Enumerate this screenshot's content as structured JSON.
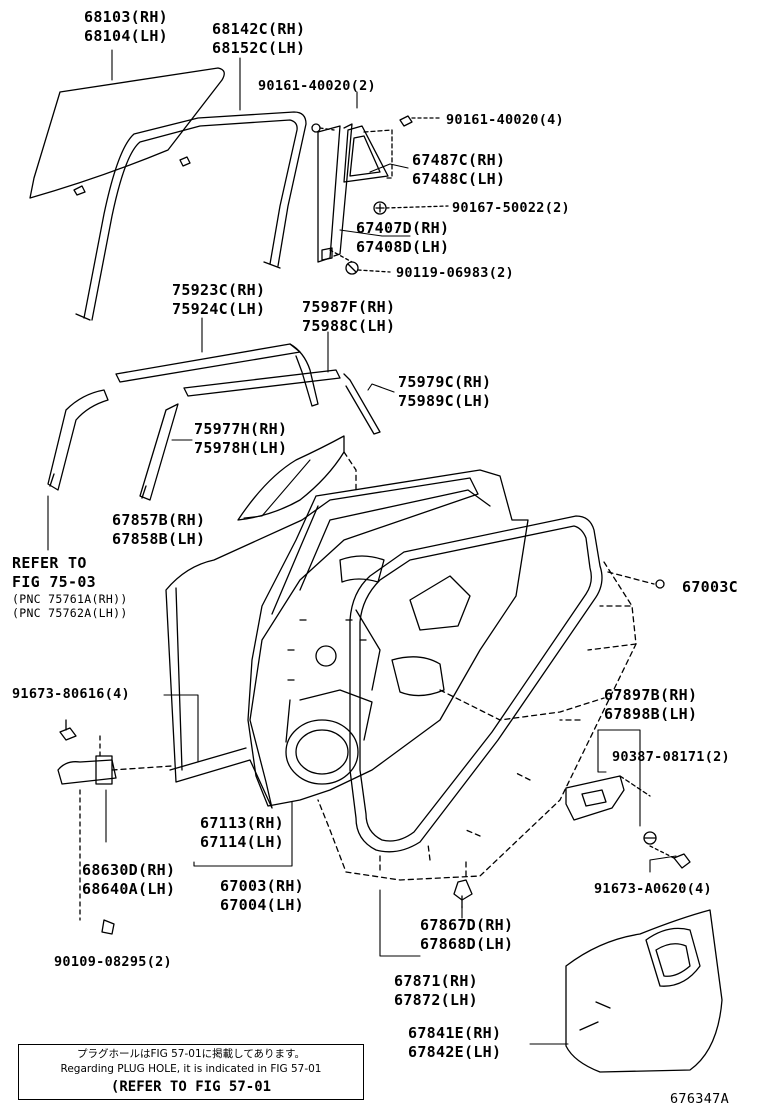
{
  "diagram_id": "676347A",
  "labels": {
    "p68103": [
      "68103(RH)",
      "68104(LH)"
    ],
    "p68142": [
      "68142C(RH)",
      "68152C(LH)"
    ],
    "p90161a": "90161-40020(2)",
    "p90161b": "90161-40020(4)",
    "p67487": [
      "67487C(RH)",
      "67488C(LH)"
    ],
    "p90167": "90167-50022(2)",
    "p67407": [
      "67407D(RH)",
      "67408D(LH)"
    ],
    "p90119": "90119-06983(2)",
    "p75923": [
      "75923C(RH)",
      "75924C(LH)"
    ],
    "p75987": [
      "75987F(RH)",
      "75988C(LH)"
    ],
    "p75979": [
      "75979C(RH)",
      "75989C(LH)"
    ],
    "p75977": [
      "75977H(RH)",
      "75978H(LH)"
    ],
    "p67857": [
      "67857B(RH)",
      "67858B(LH)"
    ],
    "refer": [
      "REFER TO",
      "FIG 75-03",
      "(PNC 75761A(RH))",
      "(PNC 75762A(LH))"
    ],
    "p67003c": "67003C",
    "p91673a": "91673-80616(4)",
    "p67897": [
      "67897B(RH)",
      "67898B(LH)"
    ],
    "p90387": "90387-08171(2)",
    "p67113": [
      "67113(RH)",
      "67114(LH)"
    ],
    "p68630": [
      "68630D(RH)",
      "68640A(LH)"
    ],
    "p67003": [
      "67003(RH)",
      "67004(LH)"
    ],
    "p91673b": "91673-A0620(4)",
    "p90109": "90109-08295(2)",
    "p67867": [
      "67867D(RH)",
      "67868D(LH)"
    ],
    "p67871": [
      "67871(RH)",
      "67872(LH)"
    ],
    "p67841": [
      "67841E(RH)",
      "67842E(LH)"
    ]
  },
  "note": {
    "line_jp": "プラグホールはFIG 57-01に掲載してあります。",
    "line_en": "Regarding PLUG HOLE, it is indicated in FIG 57-01",
    "line_ref": "(REFER TO FIG 57-01"
  }
}
